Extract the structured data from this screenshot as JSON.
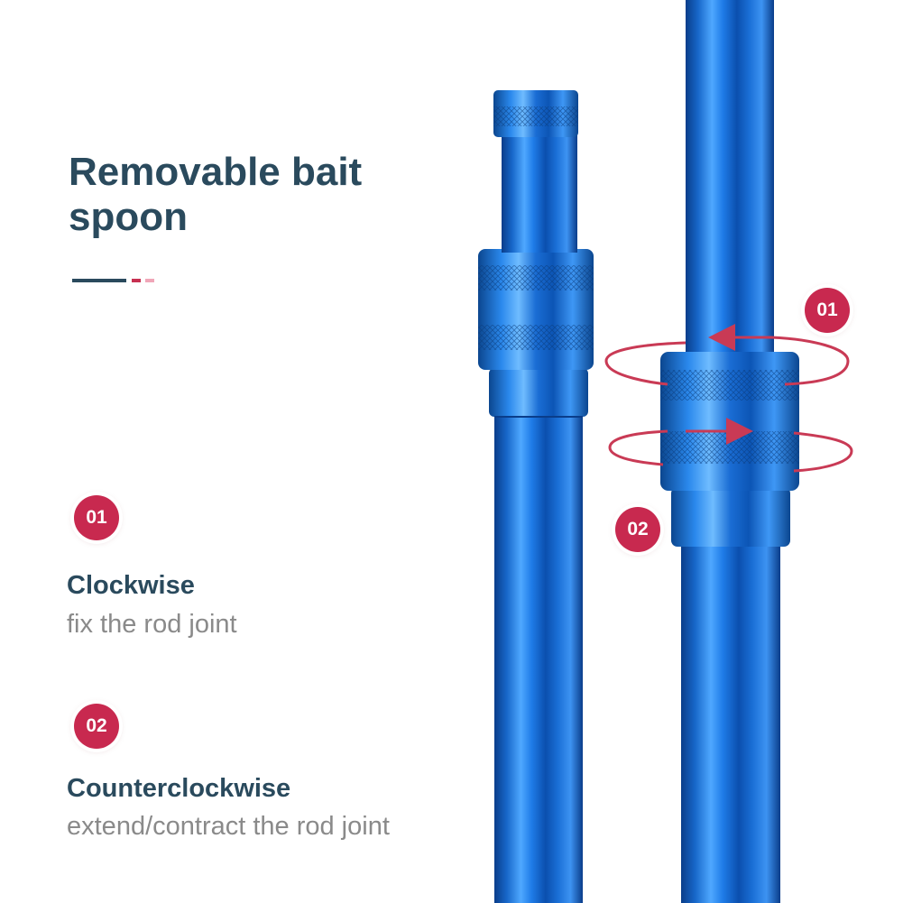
{
  "heading": "Removable bait spoon",
  "colors": {
    "title": "#2a4a5d",
    "accent_dark": "#2a4a5d",
    "accent_red": "#c73051",
    "accent_pink": "#f0a6b8",
    "badge": "#c8294f",
    "rod_blue": "#1565c4",
    "arrow": "#c93a55"
  },
  "steps": [
    {
      "badge": "01",
      "title": "Clockwise",
      "description": "fix the rod joint"
    },
    {
      "badge": "02",
      "title": "Counterclockwise",
      "description": "extend/contract the rod joint"
    }
  ],
  "diagram_badges": [
    "01",
    "02"
  ]
}
